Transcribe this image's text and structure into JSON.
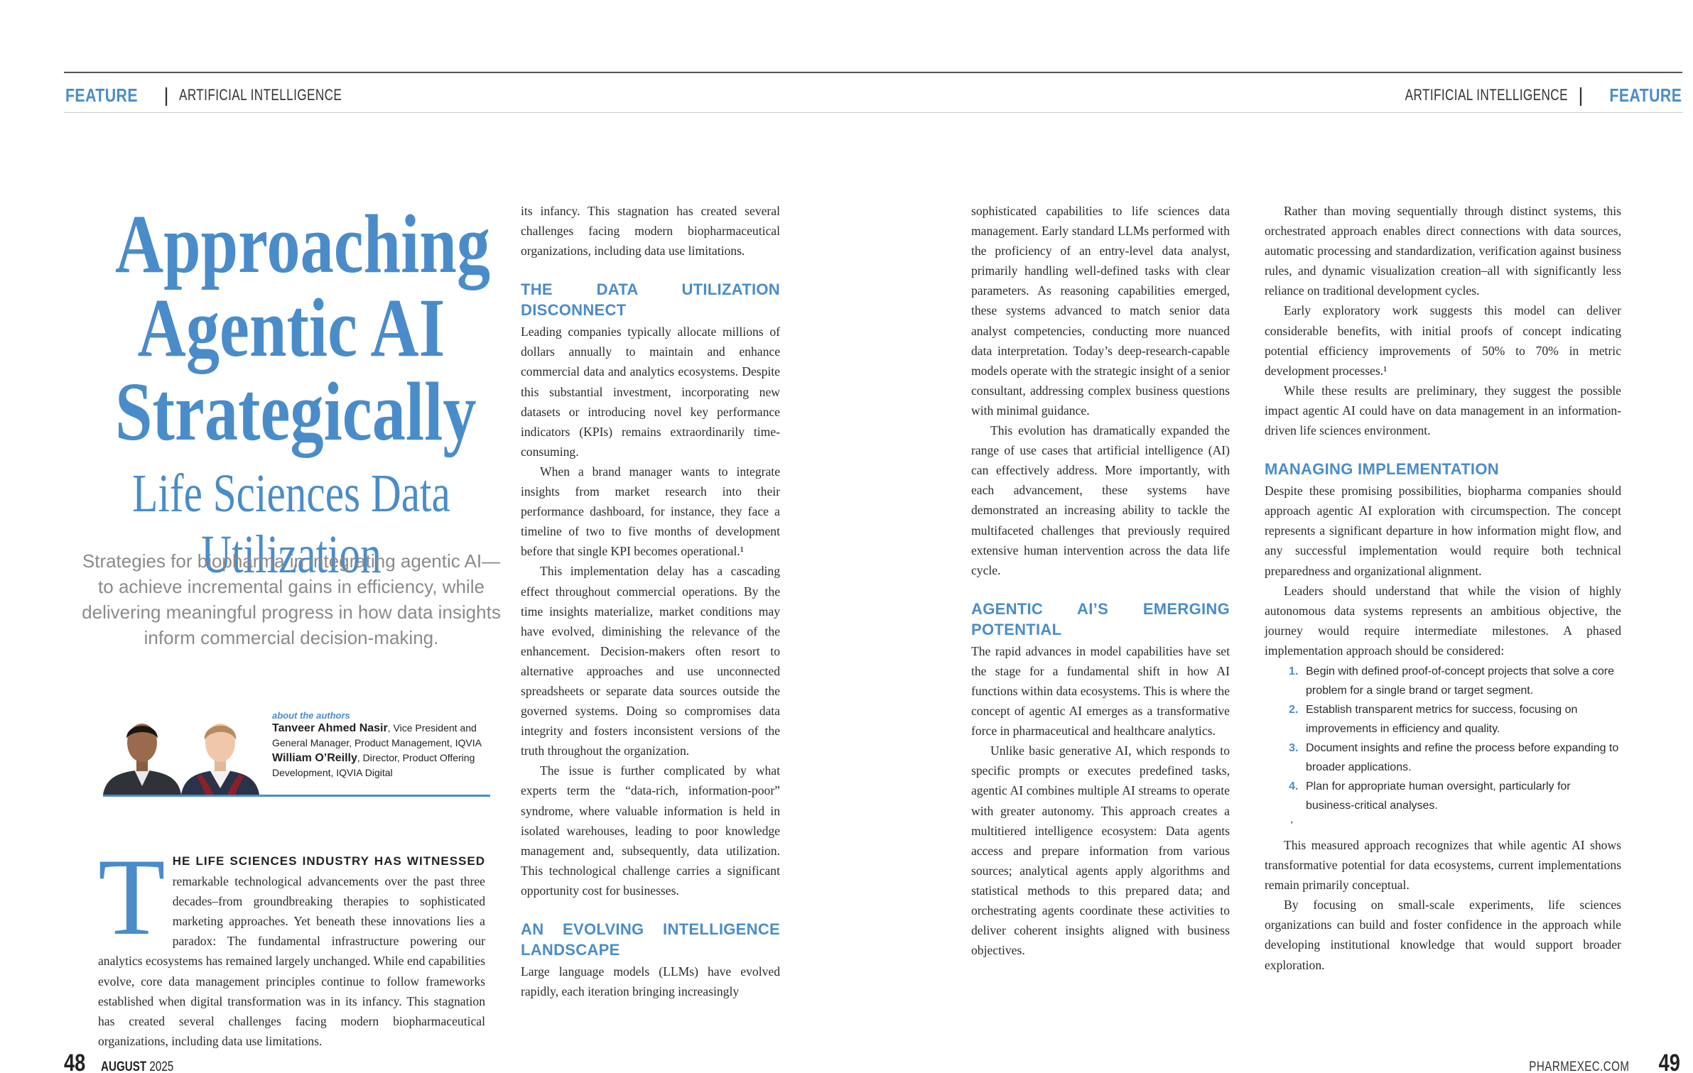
{
  "header": {
    "left": {
      "feature": "FEATURE",
      "separator": "|",
      "section": "ARTIFICIAL INTELLIGENCE"
    },
    "right": {
      "section": "ARTIFICIAL INTELLIGENCE",
      "separator": "|",
      "feature": "FEATURE"
    }
  },
  "title": {
    "lines": [
      "Approaching",
      "Agentic AI",
      "Strategically"
    ],
    "subtitle": "Life Sciences Data Utilization"
  },
  "deck": "Strategies for biopharma in integrating agentic AI—to achieve incremental gains in efficiency, while delivering meaningful progress in how data insights inform commercial decision-making.",
  "authors": {
    "label": "about the authors",
    "people": [
      {
        "name": "Tanveer Ahmed Nasir",
        "title": ", Vice President and General Manager, Product Management, IQVIA"
      },
      {
        "name": "William O’Reilly",
        "title": ", Director, Product Offering Development, IQVIA Digital"
      }
    ]
  },
  "article": {
    "dropcap": "T",
    "leadin": "HE LIFE SCIENCES INDUSTRY HAS WITNESSED",
    "intro": "remarkable technological advancements over the past three decades–from groundbreaking therapies to sophisticated marketing approaches. Yet beneath these innovations lies a paradox: The fundamental infrastructure powering our analytics ecosystems has remained largely unchanged. While end capabilities evolve, core data management principles continue to follow frameworks established when digital transformation was in its infancy. This stagnation has created several challenges facing modern biopharmaceutical organizations, including data use limitations.",
    "sections": [
      {
        "heading": "THE DATA UTILIZATION DISCONNECT",
        "paragraphs": [
          "Leading companies typically allocate millions of dollars annually to maintain and enhance commercial data and analytics ecosystems. Despite this substantial investment, incorporating new datasets or introducing novel key performance indicators (KPIs) remains extraordinarily time-consuming.",
          "When a brand manager wants to integrate insights from market research into their performance dashboard, for instance, they face a timeline of two to five months of development before that single KPI becomes operational.¹",
          "This implementation delay has a cascading effect throughout commercial operations. By the time insights materialize, market conditions may have evolved, diminishing the relevance of the enhancement. Decision-makers often resort to alternative approaches and use unconnected spreadsheets or separate data sources outside the governed systems. Doing so compromises data integrity and fosters inconsistent versions of the truth throughout the organization.",
          "The issue is further complicated by what experts term the “data-rich, information-poor” syndrome, where valuable information is held in isolated warehouses, leading to poor knowledge management and, subsequently, data utilization. This technological challenge carries a significant opportunity cost for businesses."
        ]
      },
      {
        "heading": "AN EVOLVING INTELLIGENCE LANDSCAPE",
        "paragraphs": [
          "Large language models (LLMs) have evolved rapidly, each iteration bringing increasingly sophisticated capabilities to life sciences data management. Early standard LLMs performed with the proficiency of an entry-level data analyst, primarily handling well-defined tasks with clear parameters. As reasoning capabilities emerged, these systems advanced to match senior data analyst competencies, conducting more nuanced data interpretation. Today’s deep-research-capable models operate with the strategic insight of a senior consultant, addressing complex business questions with minimal guidance.",
          "This evolution has dramatically expanded the range of use cases that artificial intelligence (AI) can effectively address. More importantly, with each advancement, these systems have demonstrated an increasing ability to tackle the multifaceted challenges that previously required extensive human intervention across the data life cycle."
        ]
      },
      {
        "heading": "AGENTIC AI’S EMERGING POTENTIAL",
        "paragraphs": [
          "The rapid advances in model capabilities have set the stage for a fundamental shift in how AI functions within data ecosystems. This is where the concept of agentic AI emerges as a transformative force in pharmaceutical and healthcare analytics.",
          "Unlike basic generative AI, which responds to specific prompts or executes predefined tasks, agentic AI combines multiple AI streams to operate with greater autonomy. This approach creates a multitiered intelligence ecosystem: Data agents access and prepare information from various sources; analytical agents apply algorithms and statistical methods to this prepared data; and orchestrating agents coordinate these activities to deliver coherent insights aligned with business objectives.",
          "Rather than moving sequentially through distinct systems, this orchestrated approach enables direct connections with data sources, automatic processing and standardization, verification against business rules, and dynamic visualization creation–all with significantly less reliance on traditional development cycles.",
          "Early exploratory work suggests this model can deliver considerable benefits, with initial proofs of concept indicating potential efficiency improvements of 50% to 70% in metric development processes.¹",
          "While these results are preliminary, they suggest the possible impact agentic AI could have on data management in an information-driven life sciences environment."
        ]
      },
      {
        "heading": "MANAGING IMPLEMENTATION",
        "paragraphs": [
          "Despite these promising possibilities, biopharma companies should approach agentic AI exploration with circumspection. The concept represents a significant departure in how information might flow, and any successful implementation would require both technical preparedness and organizational alignment.",
          "Leaders should understand that while the vision of highly autonomous data systems represents an ambitious objective, the journey would require intermediate milestones. A phased implementation approach should be considered:"
        ],
        "steps": [
          {
            "num": "1.",
            "text": "Begin with defined proof-of-concept projects that solve a core problem for a single brand or target segment."
          },
          {
            "num": "2.",
            "text": "Establish transparent metrics for success, focusing on improvements in efficiency and quality."
          },
          {
            "num": "3.",
            "text": "Document insights and refine the process before expanding to broader applications."
          },
          {
            "num": "4.",
            "text": "Plan for appropriate human oversight, particularly for business-critical analyses."
          }
        ],
        "stray_mark": "‘",
        "closing": [
          "This measured approach recognizes that while agentic AI shows transformative potential for data ecosystems, current implementations remain primarily conceptual.",
          "By focusing on small-scale experiments, life sciences organizations can build and foster confidence in the approach while developing institutional knowledge that would support broader exploration."
        ]
      }
    ]
  },
  "footer": {
    "left": {
      "page": "48",
      "month": "AUGUST",
      "year": "2025"
    },
    "right": {
      "site": "PHARMEXEC.COM",
      "page": "49"
    }
  },
  "colors": {
    "accent": "#4a8cc9",
    "deck": "#8a8a8a",
    "text": "#2a2a2a"
  }
}
